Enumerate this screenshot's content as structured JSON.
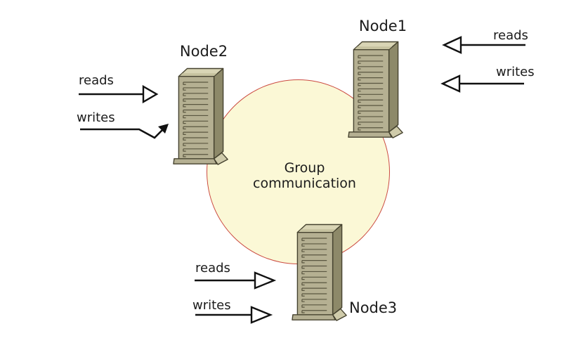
{
  "center_label": "Group communication",
  "colors": {
    "circle_fill": "#FBF8D6",
    "circle_stroke": "#CB4B41",
    "server_front": "#B5B092",
    "server_side": "#8D8969",
    "server_top": "#D9D5B5",
    "arrow_color": "#111111"
  },
  "node1": {
    "label": "Node1",
    "reads_label": "reads",
    "writes_label": "writes"
  },
  "node2": {
    "label": "Node2",
    "reads_label": "reads",
    "writes_label": "writes"
  },
  "node3": {
    "label": "Node3",
    "reads_label": "reads",
    "writes_label": "writes"
  }
}
